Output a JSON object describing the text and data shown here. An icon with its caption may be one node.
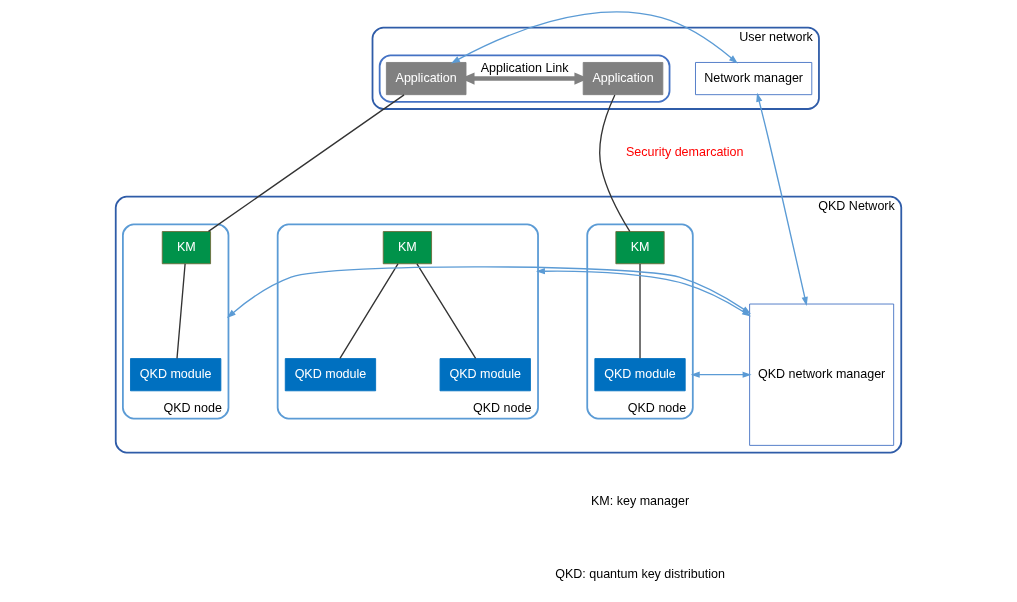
{
  "diagram": {
    "nodes": [
      {
        "text": [
          "User network"
        ]
      },
      {
        "text": [],
        "shape": "box",
        "in": 0
      },
      {
        "text": [
          "Application"
        ],
        "in": 1
      },
      {
        "text": [
          "Application"
        ],
        "in": 1
      },
      {
        "text": [
          "Network manager"
        ],
        "in": 0
      },
      {
        "text": [
          "QKD Network"
        ]
      },
      {
        "text": [
          "QKD node"
        ],
        "in": 5
      },
      {
        "text": [
          "KM"
        ],
        "in": 6
      },
      {
        "text": [
          "QKD module"
        ],
        "in": 6
      },
      {
        "text": [
          "QKD node"
        ],
        "in": 5
      },
      {
        "text": [
          "KM"
        ],
        "in": 9
      },
      {
        "text": [
          "QKD module"
        ],
        "in": 9
      },
      {
        "text": [
          "QKD module"
        ],
        "in": 9
      },
      {
        "text": [
          "QKD node"
        ],
        "in": 5
      },
      {
        "text": [
          "KM"
        ],
        "in": 13
      },
      {
        "text": [
          "QKD module"
        ],
        "in": 13
      },
      {
        "text": [
          "QKD network manager"
        ],
        "in": 5
      }
    ],
    "edges": [
      {
        "from": 2,
        "to": 3,
        "arrow": "both",
        "label": "Application Link",
        "style": "thick",
        "color": "#808080"
      },
      {
        "from": 3,
        "to": 4,
        "arrow": "both",
        "color": "#5b9bd5"
      },
      {
        "from": 4,
        "to": 16,
        "arrow": "both",
        "color": "#5b9bd5"
      },
      {
        "from": 2,
        "to": 7,
        "arrow": "none"
      },
      {
        "from": 7,
        "to": 8,
        "arrow": "none"
      },
      {
        "from": 10,
        "to": 11,
        "arrow": "none"
      },
      {
        "from": 10,
        "to": 12,
        "arrow": "none"
      },
      {
        "from": 3,
        "to": 14,
        "arrow": "none"
      },
      {
        "from": 14,
        "to": 15,
        "arrow": "none"
      },
      {
        "from": 13,
        "to": 16,
        "arrow": "both",
        "color": "#5b9bd5"
      },
      {
        "from": 9,
        "to": 16,
        "arrow": "both",
        "color": "#5b9bd5"
      },
      {
        "from": 6,
        "to": 16,
        "arrow": "both",
        "color": "#5b9bd5"
      }
    ],
    "labels": [
      "Security demarcation",
      "KM: key manager",
      "QKD: quantum key distribution"
    ]
  }
}
